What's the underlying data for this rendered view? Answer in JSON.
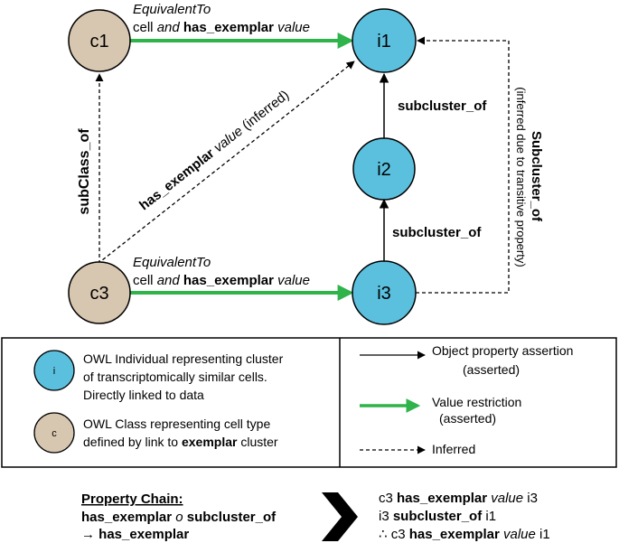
{
  "nodes": {
    "c1": "c1",
    "c3": "c3",
    "i1": "i1",
    "i2": "i2",
    "i3": "i3"
  },
  "edges": {
    "c1_i1": {
      "line1": "EquivalentTo",
      "line2_a": "cell ",
      "line2_b": "and",
      "line2_c": " has_exemplar",
      "line2_d": " value"
    },
    "c3_i3": {
      "line1": "EquivalentTo",
      "line2_a": "cell ",
      "line2_b": "and",
      "line2_c": " has_exemplar",
      "line2_d": " value"
    },
    "i2_i1": "subcluster_of",
    "i3_i2": "subcluster_of",
    "c3_c1": "subClass_of",
    "c3_i1": {
      "a": "has_exemplar",
      "b": " value",
      "c": " (inferred)"
    },
    "i3_i1": {
      "bold": "Subcluster_of",
      "sub": "(inferred due to transitive property)"
    }
  },
  "legend": {
    "individual_symbol": "i",
    "individual_text": [
      "OWL Individual representing cluster",
      "of transcriptomically similar cells.",
      "Directly linked to data"
    ],
    "class_symbol": "c",
    "class_text_line1": "OWL Class representing cell type",
    "class_text_line2_a": "defined by link to ",
    "class_text_line2_b": "exemplar",
    "class_text_line2_c": " cluster",
    "object_property": [
      "Object property assertion",
      "(asserted)"
    ],
    "value_restriction": [
      "Value restriction",
      "(asserted)"
    ],
    "inferred": "Inferred"
  },
  "chain": {
    "title": "Property Chain:",
    "line1_a": "has_exemplar",
    "line1_b": " o ",
    "line1_c": "subcluster_of",
    "line2_a": "→ ",
    "line2_b": "has_exemplar",
    "r1_a": "c3 ",
    "r1_b": "has_exemplar",
    "r1_c": " value",
    "r1_d": " i3",
    "r2_a": "i3 ",
    "r2_b": "subcluster_of",
    "r2_c": " i1",
    "r3_a": "∴ c3 ",
    "r3_b": "has_exemplar",
    "r3_c": " value",
    "r3_d": " i1"
  },
  "colors": {
    "individual_fill": "#5bc0de",
    "class_fill": "#d8c7b0",
    "value_restriction": "#2fb34a",
    "line": "#000000"
  }
}
